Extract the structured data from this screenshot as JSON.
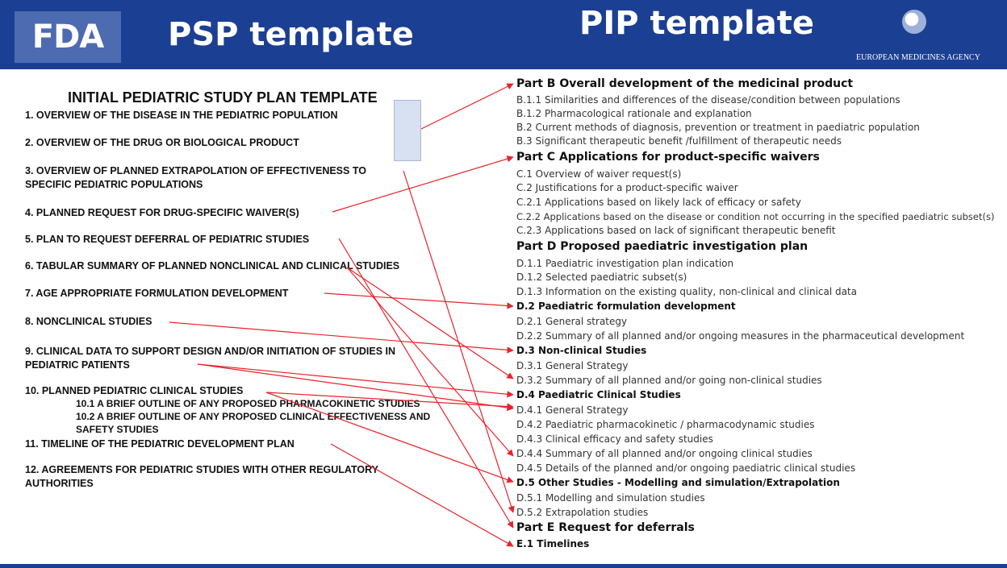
{
  "banner": {
    "fda_logo_text": "FDA",
    "psp_title": "PSP template",
    "pip_title": "PIP template",
    "ema_text": "EUROPEAN MEDICINES AGENCY",
    "background": "#1b3f93"
  },
  "psp": {
    "heading": "INITIAL PEDIATRIC STUDY PLAN TEMPLATE",
    "items": [
      "1.  OVERVIEW OF THE DISEASE IN THE PEDIATRIC POPULATION",
      "2. OVERVIEW OF THE DRUG OR BIOLOGICAL PRODUCT",
      "3. OVERVIEW OF PLANNED EXTRAPOLATION OF EFFECTIVENESS TO SPECIFIC PEDIATRIC POPULATIONS",
      "4. PLANNED REQUEST FOR DRUG-SPECIFIC WAIVER(S)",
      "5. PLAN TO REQUEST DEFERRAL OF PEDIATRIC STUDIES",
      "6. TABULAR SUMMARY OF PLANNED NONCLINICAL AND CLINICAL STUDIES",
      "7. AGE APPROPRIATE FORMULATION DEVELOPMENT",
      "8. NONCLINICAL  STUDIES",
      "9. CLINICAL DATA TO SUPPORT DESIGN AND/OR INITIATION OF STUDIES IN PEDIATRIC PATIENTS",
      "10.  PLANNED PEDIATRIC CLINICAL STUDIES",
      "11. TIMELINE OF THE PEDIATRIC DEVELOPMENT PLAN",
      "12. AGREEMENTS FOR PEDIATRIC STUDIES WITH OTHER REGULATORY AUTHORITIES"
    ],
    "subitems": [
      "10.1 A BRIEF OUTLINE OF ANY PROPOSED PHARMACOKINETIC STUDIES",
      "10.2 A BRIEF OUTLINE OF ANY PROPOSED CLINICAL EFFECTIVENESS AND SAFETY STUDIES"
    ]
  },
  "pip": {
    "rows": [
      "Part B Overall development of the medicinal product",
      "B.1.1 Similarities and differences of the disease/condition  between populations",
      "B.1.2 Pharmacological rationale and explanation",
      "B.2  Current methods of diagnosis, prevention or treatment in paediatric population",
      "B.3  Significant therapeutic benefit /fulfillment of therapeutic needs",
      "Part C Applications for product-specific waivers",
      "C.1  Overview of waiver request(s)",
      "C.2  Justifications for a product-specific waiver",
      "C.2.1 Applications based on likely lack of efficacy or safety",
      "C.2.2  Applications based on the disease or condition not occurring in the specified paediatric subset(s)",
      "C.2.3 Applications based on lack of significant therapeutic benefit",
      "Part D Proposed paediatric investigation plan",
      "D.1.1  Paediatric investigation plan indication",
      "D.1.2  Selected paediatric subset(s)",
      "D.1.3  Information on the existing quality, non-clinical and clinical data",
      "D.2 Paediatric formulation development",
      "D.2.1 General strategy",
      "D.2.2 Summary of all planned and/or ongoing measures in the pharmaceutical development",
      "D.3 Non-clinical Studies",
      "D.3.1  General  Strategy",
      "D.3.2  Summary of all planned and/or going non-clinical studies",
      "D.4 Paediatric Clinical Studies",
      "D.4.1 General Strategy",
      "D.4.2 Paediatric pharmacokinetic / pharmacodynamic studies",
      "D.4.3 Clinical efficacy and safety studies",
      "D.4.4 Summary of all planned and/or ongoing clinical studies",
      "D.4.5 Details of the planned and/or ongoing paediatric clinical studies",
      "D.5 Other Studies - Modelling and simulation/Extrapolation",
      "D.5.1 Modelling and simulation studies",
      "D.5.2 Extrapolation  studies",
      "Part E Request for deferrals",
      "E.1 Timelines"
    ]
  },
  "colors": {
    "arrow": "#e8232a",
    "banner": "#1b3f93",
    "marker_fill": "#d7e1f1"
  }
}
